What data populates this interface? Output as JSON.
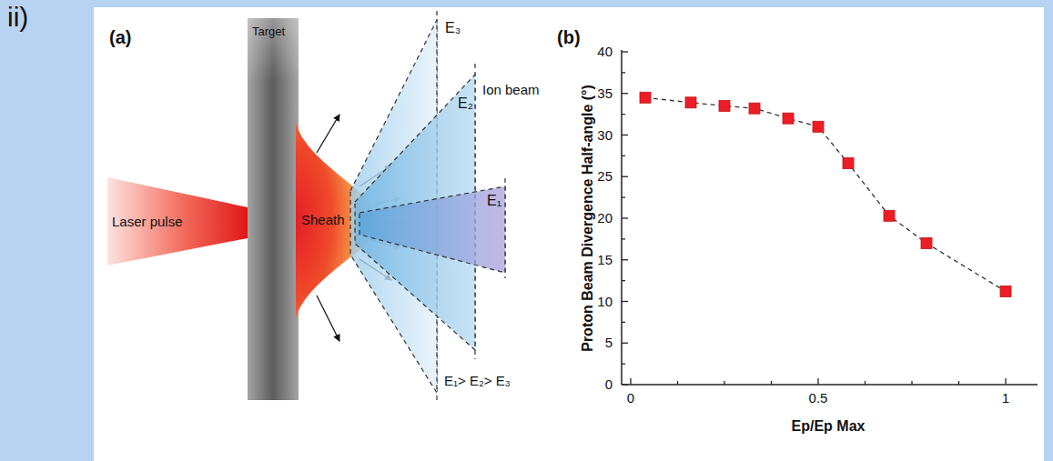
{
  "diagram": {
    "nodes": [
      {
        "text": [
          "Target"
        ]
      },
      {
        "text": [
          "Laser pulse"
        ]
      },
      {
        "text": [
          "Sheath"
        ]
      },
      {
        "text": [
          "E₃"
        ]
      },
      {
        "text": [
          "E₂"
        ]
      },
      {
        "text": [
          "E₁"
        ]
      }
    ],
    "labels": [
      "ii)",
      "(a)",
      "Ion beam",
      "E₁> E₂> E₃",
      "(b)",
      "Proton Beam Divergence Half-angle (°)",
      "0",
      "5",
      "10",
      "15",
      "20",
      "25",
      "30",
      "35",
      "40",
      "0",
      "0.5",
      "1",
      "Ep/Ep Max"
    ]
  }
}
